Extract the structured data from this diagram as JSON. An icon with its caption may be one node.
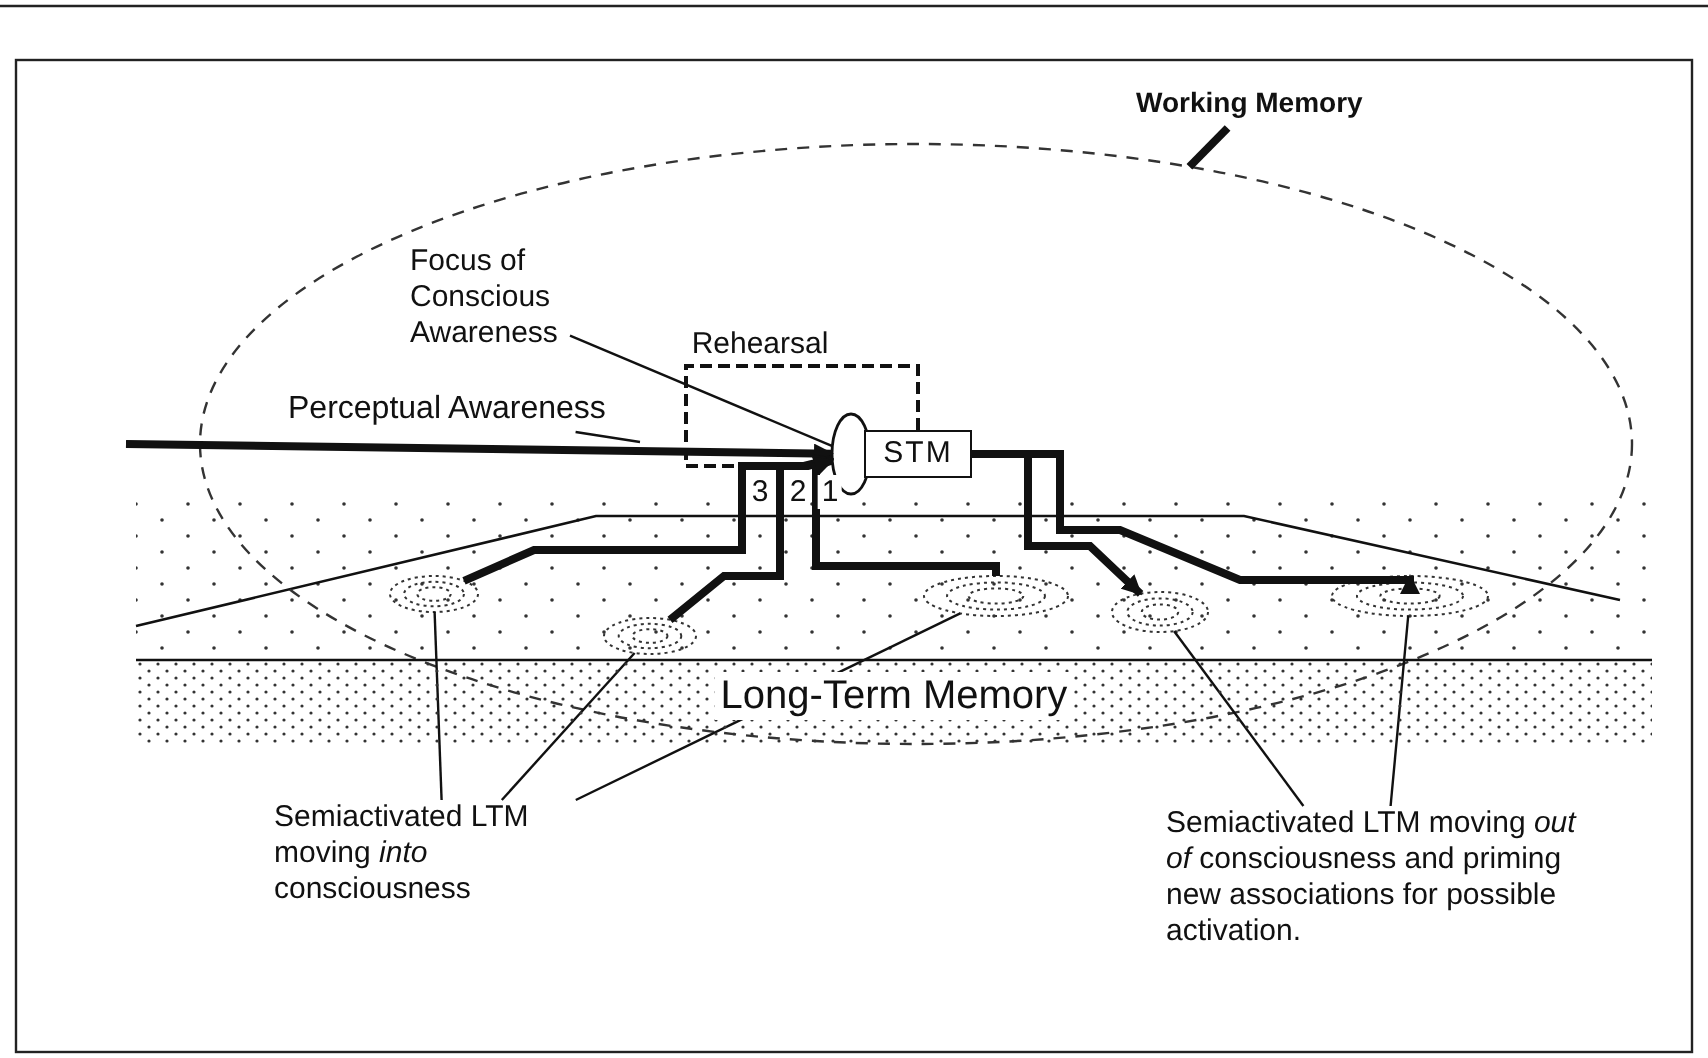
{
  "diagram": {
    "nodes": [
      {
        "text": [
          "Working Memory"
        ]
      },
      {
        "text": [],
        "shape": "ellipse"
      },
      {
        "text": [
          "Focus of Conscious Awareness"
        ],
        "in": 1
      },
      {
        "text": [
          "Perceptual Awareness"
        ],
        "in": 1
      },
      {
        "text": [],
        "shape": "ellipse",
        "in": 1
      },
      {
        "text": [
          "STM"
        ],
        "in": 1
      },
      {
        "text": [],
        "shape": "ellipse",
        "in": 1
      },
      {
        "text": [],
        "shape": "ellipse",
        "in": 1
      },
      {
        "text": [],
        "shape": "ellipse",
        "in": 1
      },
      {
        "text": [],
        "shape": "ellipse",
        "in": 1
      },
      {
        "text": [],
        "shape": "ellipse",
        "in": 1
      },
      {
        "text": [
          "Long-Term Memory"
        ]
      },
      {
        "text": [
          "Semiactivated LTM moving *into* consciousness"
        ]
      },
      {
        "text": [
          "Semiactivated LTM moving *out of* consciousness and priming new associations for possible activation."
        ]
      }
    ],
    "edges": [
      {
        "from": 0,
        "to": 1,
        "arrow": "none",
        "style": "thick"
      },
      {
        "from": 2,
        "to": 4,
        "arrow": "none"
      },
      {
        "from": 3,
        "to": null,
        "arrow": "none"
      },
      {
        "from": null,
        "to": 4,
        "arrow": "to",
        "style": "thick"
      },
      {
        "from": 5,
        "to": 4,
        "arrow": "to",
        "style": "dashed",
        "label": "Rehearsal"
      },
      {
        "from": 6,
        "to": 4,
        "arrow": "to",
        "style": "thick",
        "label": "3"
      },
      {
        "from": 7,
        "to": 4,
        "arrow": "to",
        "style": "thick",
        "label": "2"
      },
      {
        "from": 8,
        "to": 4,
        "arrow": "to",
        "style": "thick",
        "label": "1"
      },
      {
        "from": 5,
        "to": 9,
        "arrow": "to",
        "style": "thick"
      },
      {
        "from": 5,
        "to": 10,
        "arrow": "to",
        "style": "thick"
      },
      {
        "from": 12,
        "to": 6,
        "arrow": "none"
      },
      {
        "from": 12,
        "to": 7,
        "arrow": "none"
      },
      {
        "from": 12,
        "to": 8,
        "arrow": "none"
      },
      {
        "from": 13,
        "to": 9,
        "arrow": "none"
      },
      {
        "from": 13,
        "to": 10,
        "arrow": "none"
      }
    ]
  }
}
